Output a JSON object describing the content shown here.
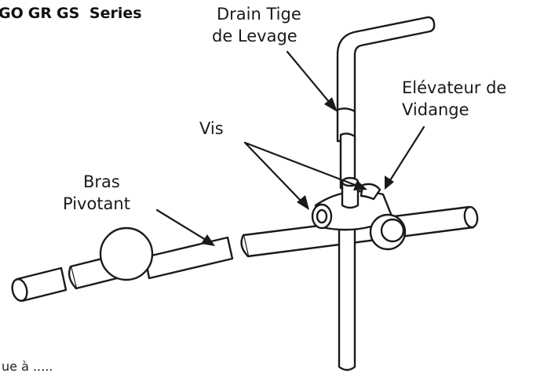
{
  "header": {
    "series_models": [
      "GO",
      "GR",
      "GS"
    ],
    "series_word": "Series"
  },
  "labels": {
    "drain_tige_line1": "Drain Tige",
    "drain_tige_line2": "de Levage",
    "elevateur_line1": "Elévateur de",
    "elevateur_line2": "Vidange",
    "vis": "Vis",
    "bras_line1": "Bras",
    "bras_line2": "Pivotant"
  },
  "footer": {
    "text": "ue à ....."
  }
}
